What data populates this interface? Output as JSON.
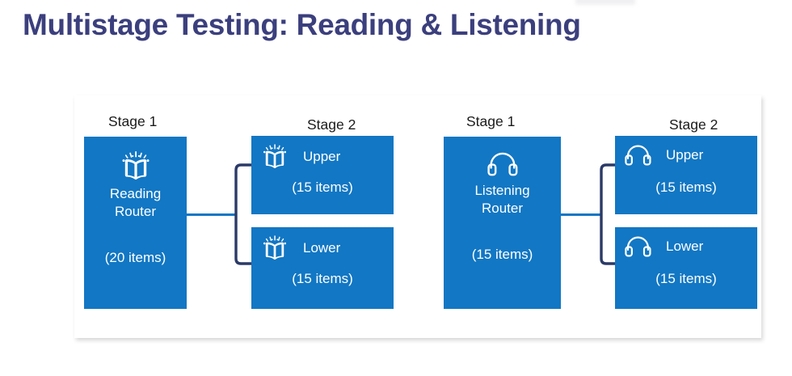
{
  "title": "Multistage Testing: Reading & Listening",
  "colors": {
    "title": "#3b3f7d",
    "box": "#1277c4",
    "bracket": "#2b3a67",
    "stem": "#1277c4",
    "panel": "#ffffff",
    "page_background": "#ffffff"
  },
  "diagrams": [
    {
      "id": "reading",
      "icon": "open-book-icon",
      "stage1": {
        "label": "Stage 1",
        "name": "Reading\nRouter",
        "items": "(20 items)"
      },
      "stage2": {
        "label": "Stage 2",
        "branches": [
          {
            "title": "Upper",
            "items": "(15 items)"
          },
          {
            "title": "Lower",
            "items": "(15 items)"
          }
        ]
      }
    },
    {
      "id": "listening",
      "icon": "headphones-icon",
      "stage1": {
        "label": "Stage 1",
        "name": "Listening\nRouter",
        "items": "(15 items)"
      },
      "stage2": {
        "label": "Stage 2",
        "branches": [
          {
            "title": "Upper",
            "items": "(15 items)"
          },
          {
            "title": "Lower",
            "items": "(15 items)"
          }
        ]
      }
    }
  ]
}
